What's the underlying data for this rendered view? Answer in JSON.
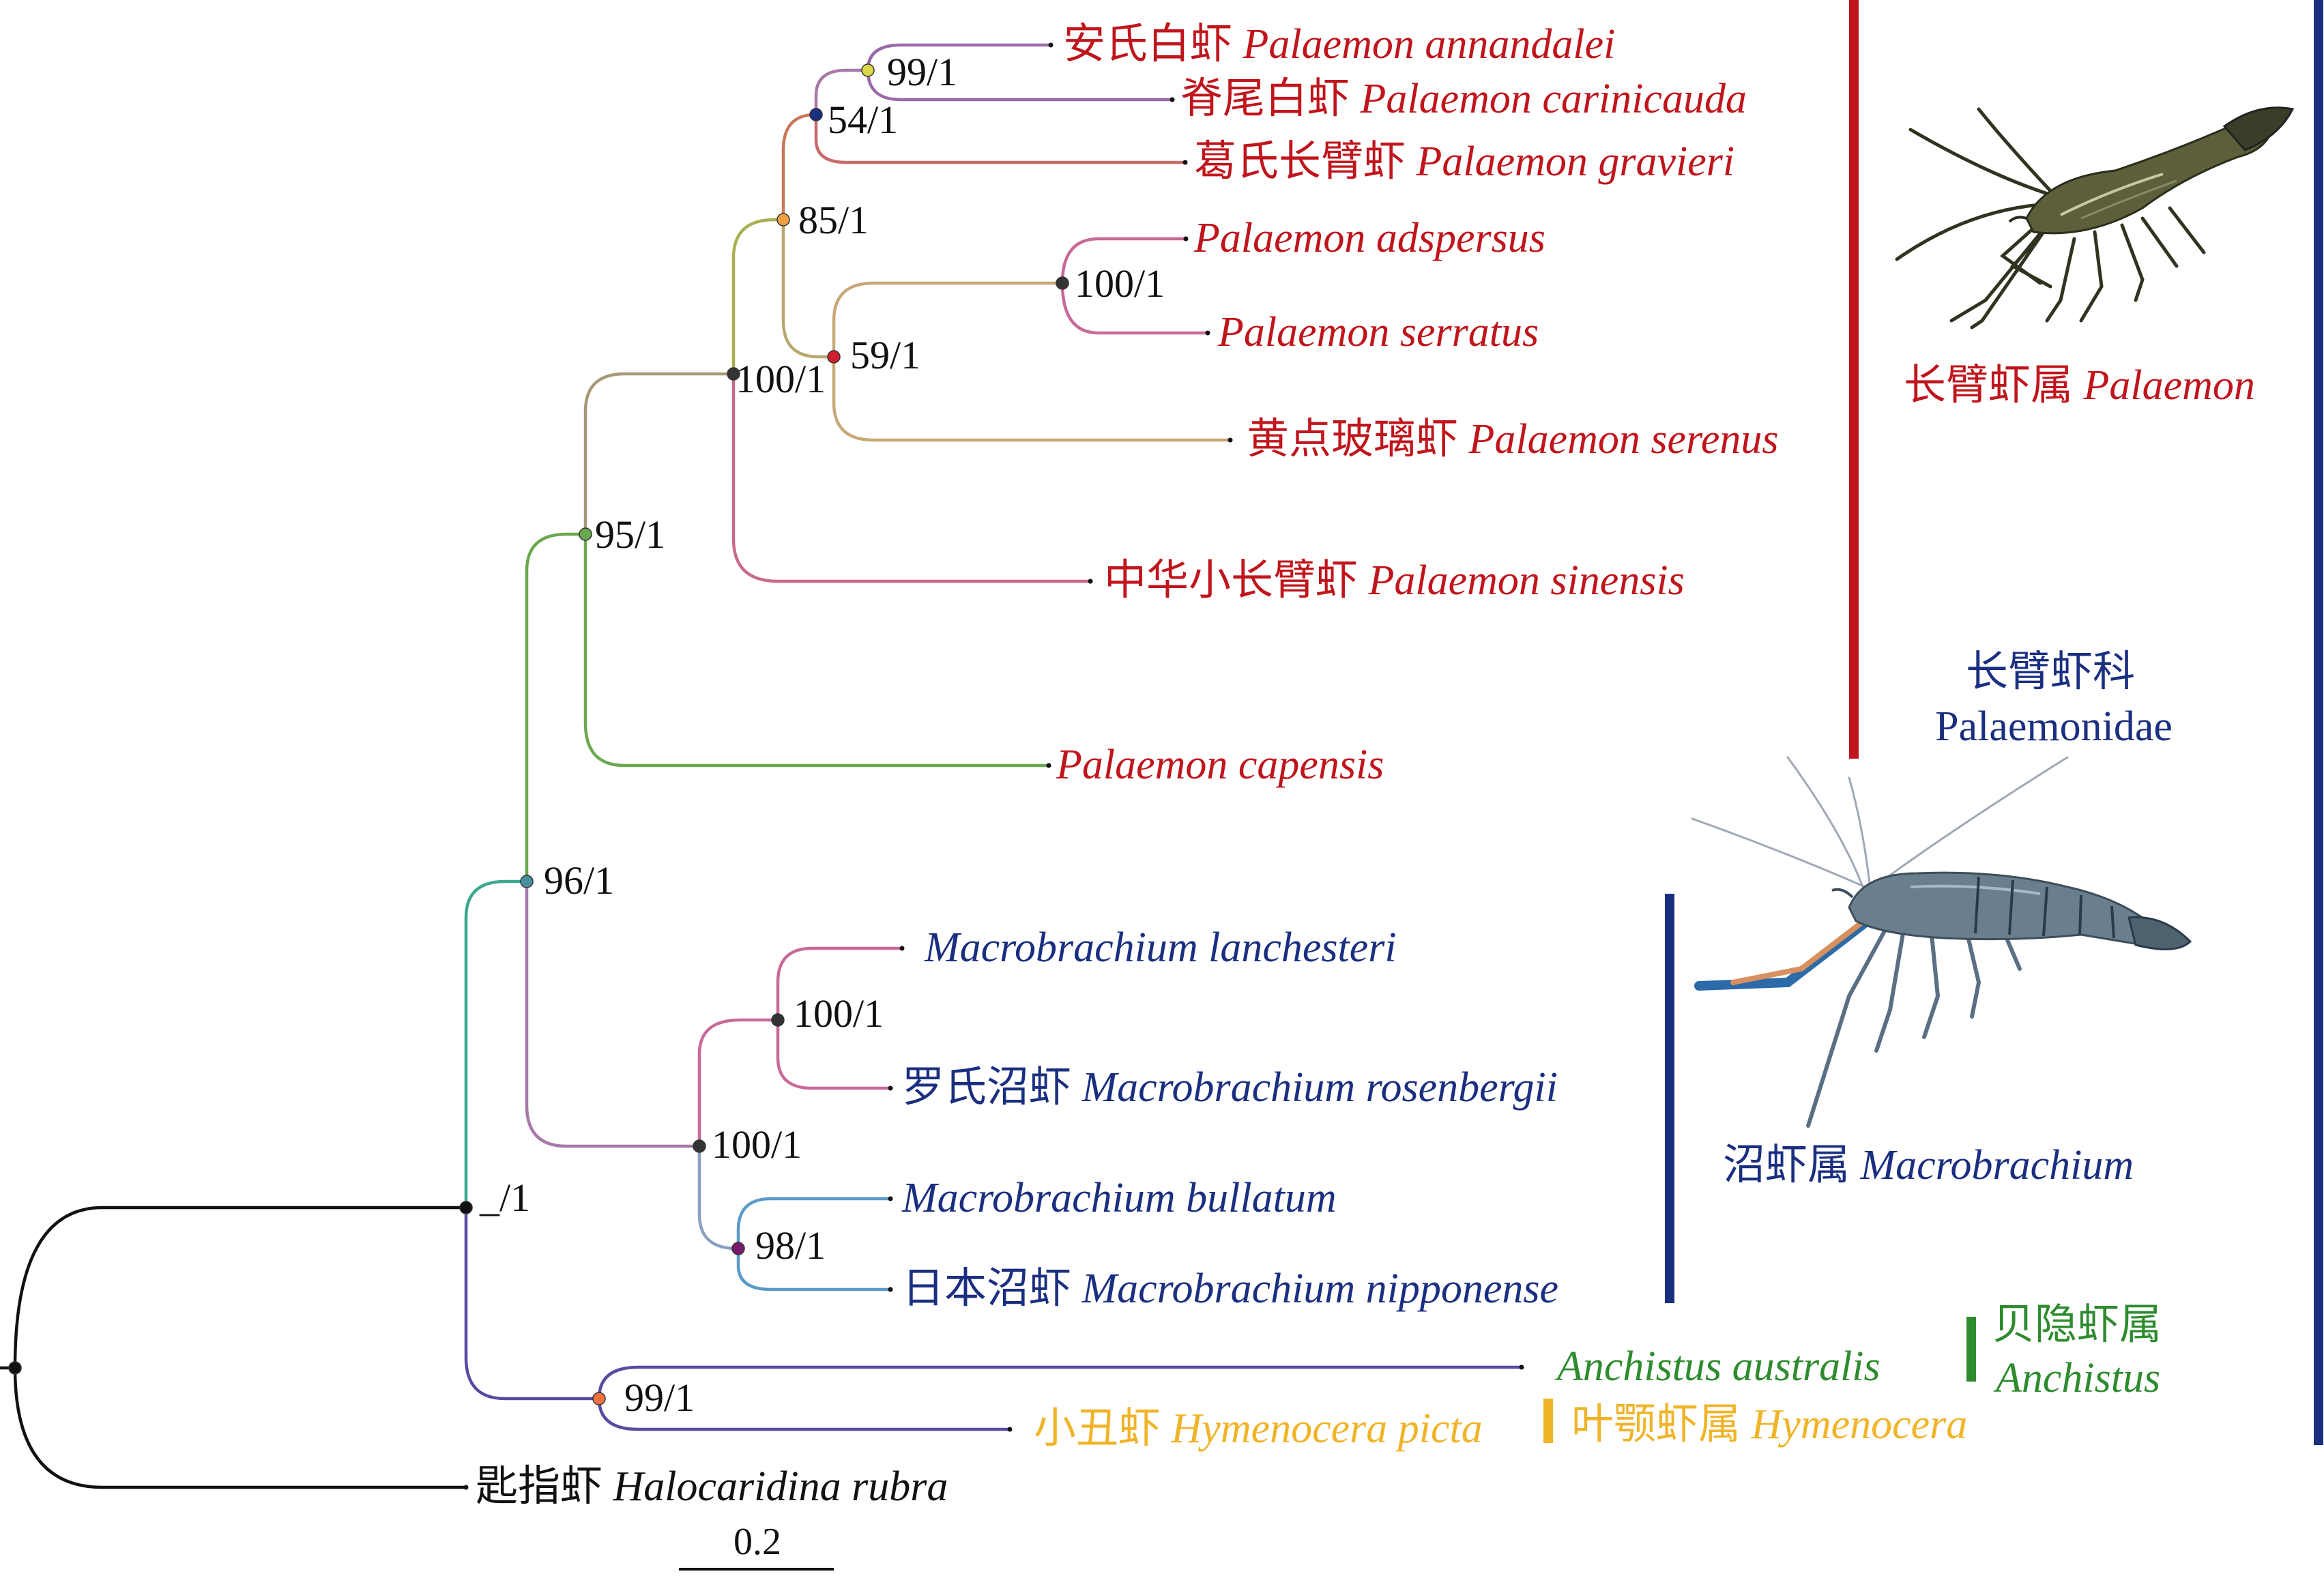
{
  "taxa": [
    {
      "id": "annandalei",
      "cn": "安氏白虾 ",
      "sp": "Palaemon annandalei",
      "color": "#c0151c"
    },
    {
      "id": "carinicauda",
      "cn": "脊尾白虾 ",
      "sp": "Palaemon carinicauda",
      "color": "#c0151c"
    },
    {
      "id": "gravieri",
      "cn": "葛氏长臂虾 ",
      "sp": "Palaemon gravieri",
      "color": "#c0151c"
    },
    {
      "id": "adspersus",
      "cn": "",
      "sp": "Palaemon adspersus",
      "color": "#c0151c"
    },
    {
      "id": "serratus",
      "cn": "",
      "sp": "Palaemon serratus",
      "color": "#c0151c"
    },
    {
      "id": "serenus",
      "cn": "黄点玻璃虾 ",
      "sp": "Palaemon serenus",
      "color": "#c0151c"
    },
    {
      "id": "sinensis",
      "cn": "中华小长臂虾 ",
      "sp": "Palaemon sinensis",
      "color": "#c0151c"
    },
    {
      "id": "capensis",
      "cn": "",
      "sp": "Palaemon capensis",
      "color": "#c0151c"
    },
    {
      "id": "lanchesteri",
      "cn": "",
      "sp": "Macrobrachium lanchesteri",
      "color": "#1a2f80"
    },
    {
      "id": "rosenbergii",
      "cn": "罗氏沼虾 ",
      "sp": "Macrobrachium rosenbergii",
      "color": "#1a2f80"
    },
    {
      "id": "bullatum",
      "cn": "",
      "sp": "Macrobrachium bullatum",
      "color": "#1a2f80"
    },
    {
      "id": "nipponense",
      "cn": "日本沼虾 ",
      "sp": "Macrobrachium nipponense",
      "color": "#1a2f80"
    },
    {
      "id": "australis",
      "cn": "",
      "sp": "Anchistus australis",
      "color": "#2e8b2e"
    },
    {
      "id": "picta",
      "cn": "小丑虾 ",
      "sp": "Hymenocera picta",
      "color": "#f0b429"
    },
    {
      "id": "rubra",
      "cn": "匙指虾 ",
      "sp": "Halocaridina rubra",
      "color": "#111111"
    }
  ],
  "supports": [
    {
      "id": "n1",
      "label": "99/1",
      "color": "#d8d84a"
    },
    {
      "id": "n2",
      "label": "54/1",
      "color": "#1a2f80"
    },
    {
      "id": "n3",
      "label": "85/1",
      "color": "#f0a040"
    },
    {
      "id": "n4",
      "label": "100/1",
      "color": "#333333"
    },
    {
      "id": "n5",
      "label": "59/1",
      "color": "#d02030"
    },
    {
      "id": "n6",
      "label": "100/1",
      "color": "#333333"
    },
    {
      "id": "n7",
      "label": "95/1",
      "color": "#6aa84f"
    },
    {
      "id": "n8",
      "label": "96/1",
      "color": "#4a8fa0"
    },
    {
      "id": "n9",
      "label": "100/1",
      "color": "#333333"
    },
    {
      "id": "n10",
      "label": "100/1",
      "color": "#333333"
    },
    {
      "id": "n11",
      "label": "98/1",
      "color": "#7a1a6a"
    },
    {
      "id": "n12",
      "label": "_/1",
      "color": "#111111"
    },
    {
      "id": "n13",
      "label": "99/1",
      "color": "#f07040"
    }
  ],
  "groups": {
    "palaemon": {
      "cn": "长臂虾属 ",
      "sp": "Palaemon",
      "color": "#c0151c"
    },
    "family": {
      "cn": "长臂虾科",
      "latin": "Palaemonidae",
      "color": "#1a2f80"
    },
    "macrobrachium": {
      "cn": "沼虾属 ",
      "sp": "Macrobrachium",
      "color": "#1a2f80"
    },
    "anchistus": {
      "cn": "贝隐虾属",
      "sp": "Anchistus",
      "color": "#2e8b2e"
    },
    "hymenocera": {
      "cn": "叶颚虾属 ",
      "sp": "Hymenocera",
      "color": "#f0b429"
    }
  },
  "scale": {
    "label": "0.2"
  },
  "icons": [
    "palaemon-shrimp-icon",
    "macrobrachium-shrimp-icon"
  ]
}
